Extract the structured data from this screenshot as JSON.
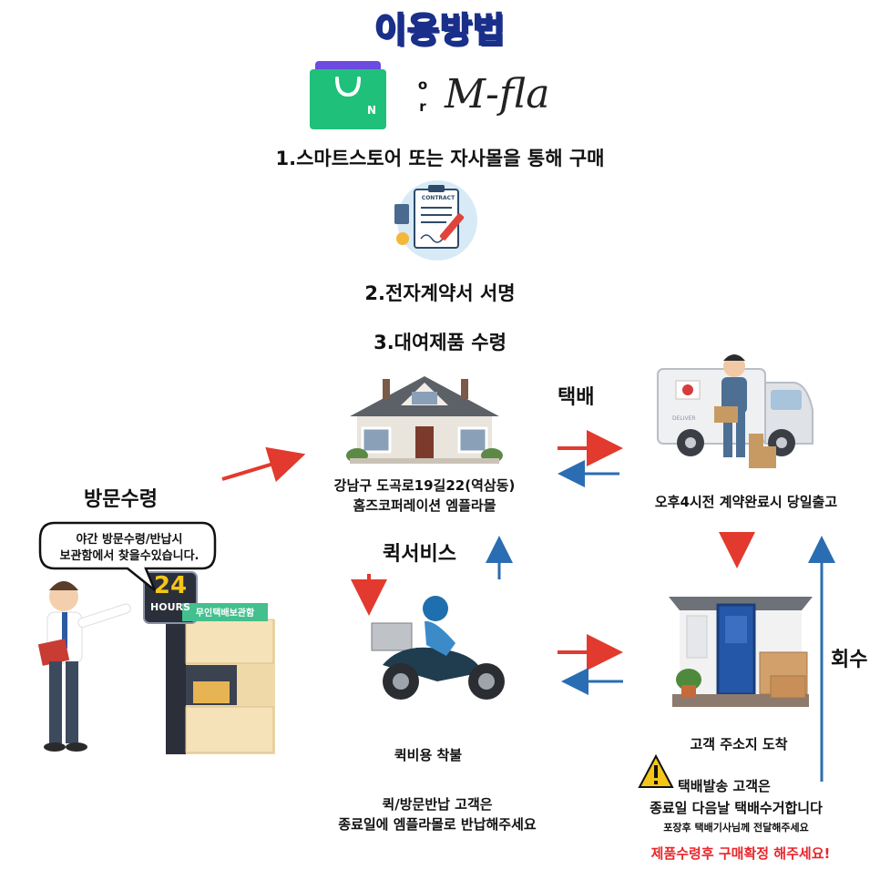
{
  "title": "이용방법",
  "logos": {
    "or": "o\nr",
    "or_o": "o",
    "or_r": "r",
    "mfla": "M-fla",
    "store_letter": "N"
  },
  "steps": {
    "step1": "1.스마트스토어 또는 자사몰을 통해 구매",
    "step2": "2.전자계약서 서명",
    "step3": "3.대여제품 수령"
  },
  "contract_label": "CONTRACT",
  "address": {
    "line1": "강남구 도곡로19길22(역삼동)",
    "line2": "홈즈코퍼레이션 엠플라몰"
  },
  "courier": {
    "label": "택배",
    "note": "오후4시전 계약완료시 당일출고",
    "truck_text": "DELIVER"
  },
  "quick": {
    "label": "퀵서비스",
    "fee": "퀵비용 착불"
  },
  "visit": {
    "label": "방문수령",
    "bubble_line1": "야간 방문수령/반납시",
    "bubble_line2": "보관함에서 찾을수있습니다.",
    "sign_24": "24",
    "sign_hours": "HOURS",
    "locker_sign": "무인택배보관함"
  },
  "return_label": "회수",
  "arrival": "고객 주소지 도착",
  "return_note_quick": {
    "line1": "퀵/방문반납 고객은",
    "line2": "종료일에 엠플라몰로 반납해주세요"
  },
  "return_note_courier": {
    "line1": "택배발송 고객은",
    "line2": "종료일 다음날 택배수거합니다",
    "line3": "포장후 택배기사님께 전달해주세요"
  },
  "final_notice": "제품수령후 구매확정 해주세요!",
  "colors": {
    "title": "#1a2f8a",
    "red_arrow": "#e23a2e",
    "blue_arrow": "#2a6db2",
    "notice": "#e8262b",
    "store_green": "#1fc07a",
    "store_purple": "#6c4be0"
  }
}
